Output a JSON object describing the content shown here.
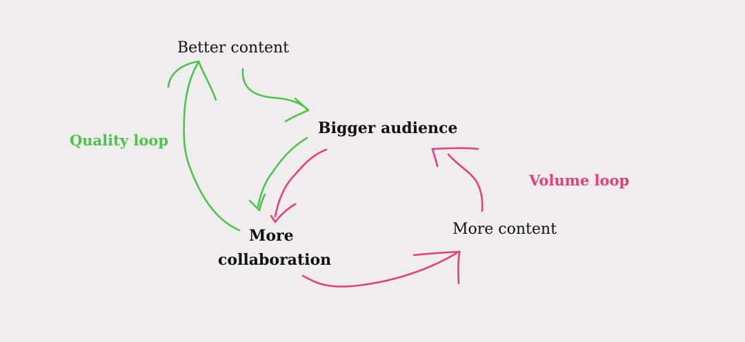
{
  "nodes": {
    "better_content": "Better content",
    "bigger_audience": "Bigger audience",
    "more_collaboration_line1": "More",
    "more_collaboration_line2": "collaboration",
    "more_content": "More content"
  },
  "loops": {
    "quality": "Quality loop",
    "volume": "Volume loop"
  },
  "colors": {
    "background": "#efedee",
    "quality_loop": "#4cc44c",
    "volume_loop": "#e43f7c",
    "text": "#111111"
  }
}
